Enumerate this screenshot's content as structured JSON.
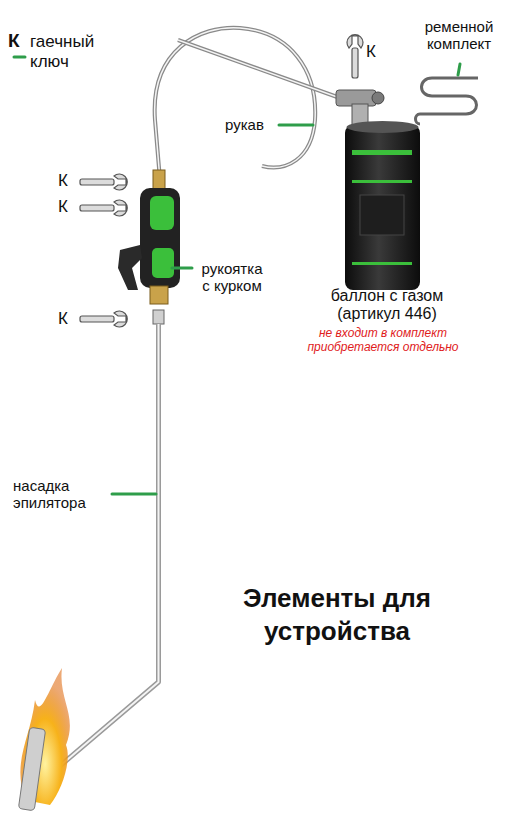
{
  "diagram": {
    "title": "Элементы для устройства",
    "labels": [
      "К",
      "гаечный ключ",
      "ременной комплект",
      "К",
      "рукав",
      "К",
      "К",
      "рукоятка с курком",
      "баллон с газом (артикул 446)",
      "не входит в комплект приобретается отдельно",
      "К",
      "насадка эпилятора"
    ]
  }
}
